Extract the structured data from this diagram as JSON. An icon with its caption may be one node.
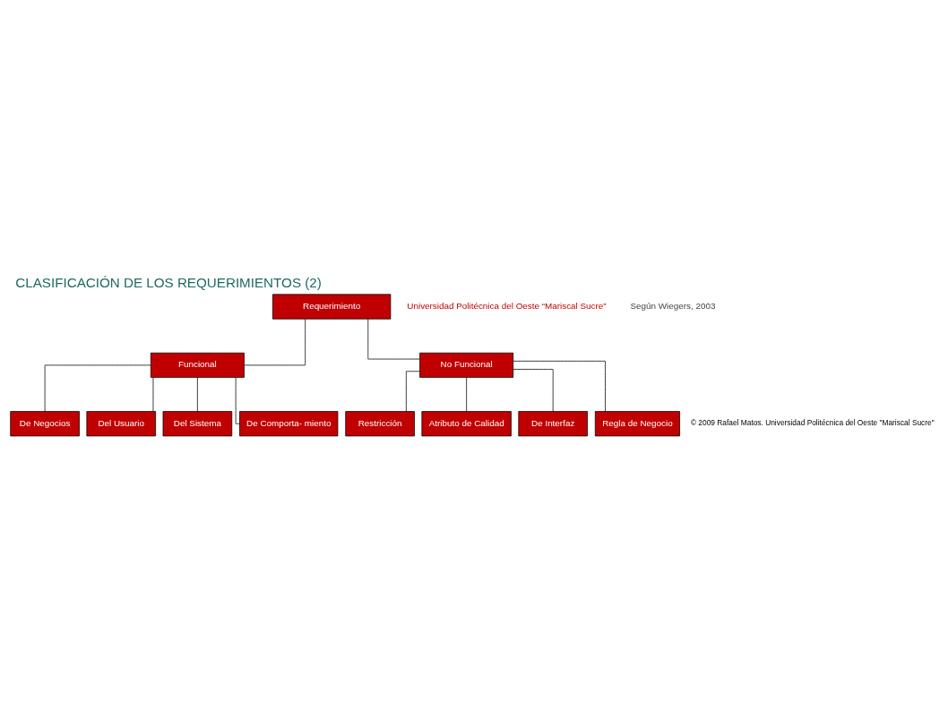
{
  "diagram": {
    "title": "CLASIFICACIÓN DE LOS REQUERIMIENTOS (2)",
    "nodes": [
      {
        "text": [
          "Requerimiento"
        ]
      },
      {
        "text": [
          "Funcional"
        ]
      },
      {
        "text": [
          "No Funcional"
        ]
      },
      {
        "text": [
          "De Negocios"
        ]
      },
      {
        "text": [
          "Del Usuario"
        ]
      },
      {
        "text": [
          "Del Sistema"
        ]
      },
      {
        "text": [
          "De Comporta- miento"
        ]
      },
      {
        "text": [
          "Restricción"
        ]
      },
      {
        "text": [
          "Atributo de Calidad"
        ]
      },
      {
        "text": [
          "De Interfaz"
        ]
      },
      {
        "text": [
          "Regla de Negocio"
        ]
      }
    ],
    "edges": [
      {
        "from": 0,
        "to": 1,
        "arrow": "none"
      },
      {
        "from": 0,
        "to": 2,
        "arrow": "none"
      },
      {
        "from": 1,
        "to": 3,
        "arrow": "none"
      },
      {
        "from": 1,
        "to": 4,
        "arrow": "none"
      },
      {
        "from": 1,
        "to": 5,
        "arrow": "none"
      },
      {
        "from": 1,
        "to": 6,
        "arrow": "none"
      },
      {
        "from": 2,
        "to": 7,
        "arrow": "none"
      },
      {
        "from": 2,
        "to": 8,
        "arrow": "none"
      },
      {
        "from": 2,
        "to": 9,
        "arrow": "none"
      },
      {
        "from": 2,
        "to": 10,
        "arrow": "none"
      }
    ],
    "labels": [
      "Universidad Politécnica del Oeste “Mariscal Sucre”",
      "Según Wiegers, 2003",
      "© 2009 Rafael Matos. Universidad Politécnica del Oeste \"Mariscal Sucre\""
    ]
  }
}
